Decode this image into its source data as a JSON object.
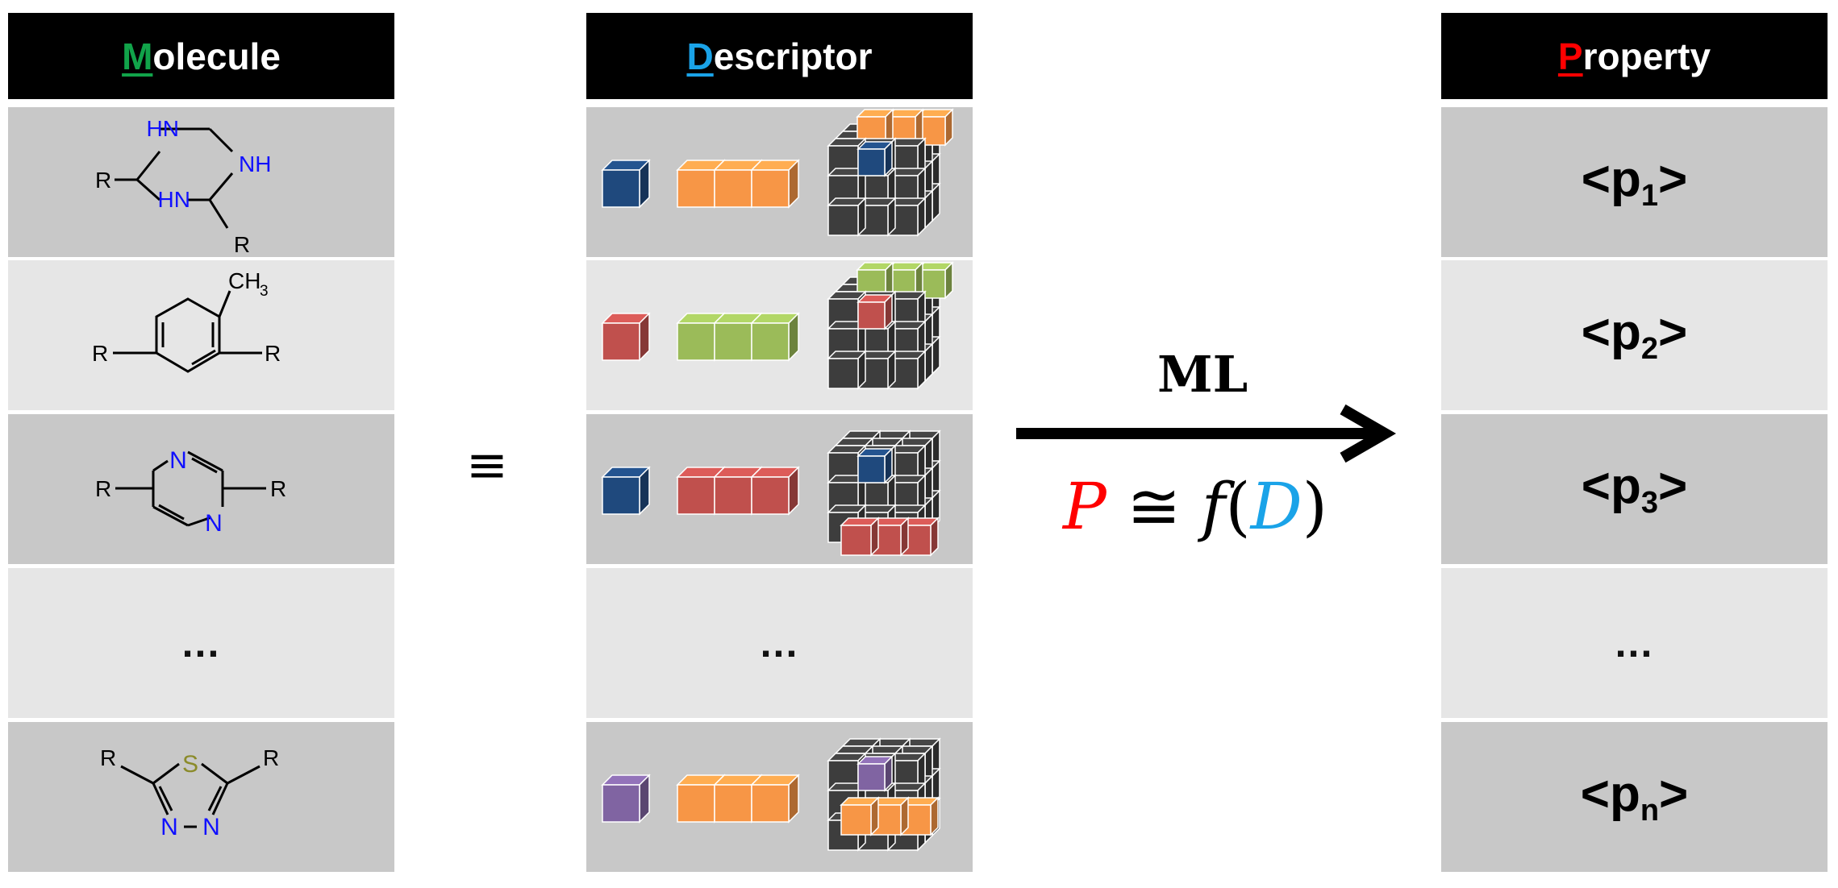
{
  "columns": {
    "molecule": {
      "initial": "M",
      "rest": "olecule",
      "initial_color": "#11a34a"
    },
    "descriptor": {
      "initial": "D",
      "rest": "escriptor",
      "initial_color": "#1aa3e8"
    },
    "property": {
      "initial": "P",
      "rest": "roperty",
      "initial_color": "#ff0000"
    }
  },
  "molecules": [
    {
      "atoms": [
        "HN",
        "NH",
        "HN",
        "R",
        "R"
      ]
    },
    {
      "atoms": [
        "CH",
        "3",
        "R",
        "R"
      ]
    },
    {
      "atoms": [
        "N",
        "N",
        "R",
        "R"
      ]
    },
    {
      "ellipsis": "..."
    },
    {
      "atoms": [
        "S",
        "N",
        "N",
        "R",
        "R"
      ]
    }
  ],
  "descriptors": [
    {
      "small_color": "#1f497d",
      "bar_color": "#f79646"
    },
    {
      "small_color": "#c0504d",
      "bar_color": "#9bbb59"
    },
    {
      "small_color": "#1f497d",
      "bar_color": "#c0504d"
    },
    {
      "ellipsis": "..."
    },
    {
      "small_color": "#8064a2",
      "bar_color": "#f79646"
    }
  ],
  "properties": [
    {
      "prefix": "<p",
      "sub": "1",
      "suffix": ">"
    },
    {
      "prefix": "<p",
      "sub": "2",
      "suffix": ">"
    },
    {
      "prefix": "<p",
      "sub": "3",
      "suffix": ">"
    },
    {
      "ellipsis": "..."
    },
    {
      "prefix": "<p",
      "sub": "n",
      "suffix": ">"
    }
  ],
  "equivalence_symbol": "≡",
  "arrow_label": "ML",
  "formula": {
    "p": "P",
    "approx": "≅",
    "f": "f",
    "open": "(",
    "d": "D",
    "close": ")"
  },
  "colors": {
    "atom_n": "#1010ff",
    "atom_s": "#8b8b2a",
    "cube_dark": "#3d3d3d",
    "row_dark": "#c8c8c8",
    "row_light": "#e6e6e6"
  }
}
